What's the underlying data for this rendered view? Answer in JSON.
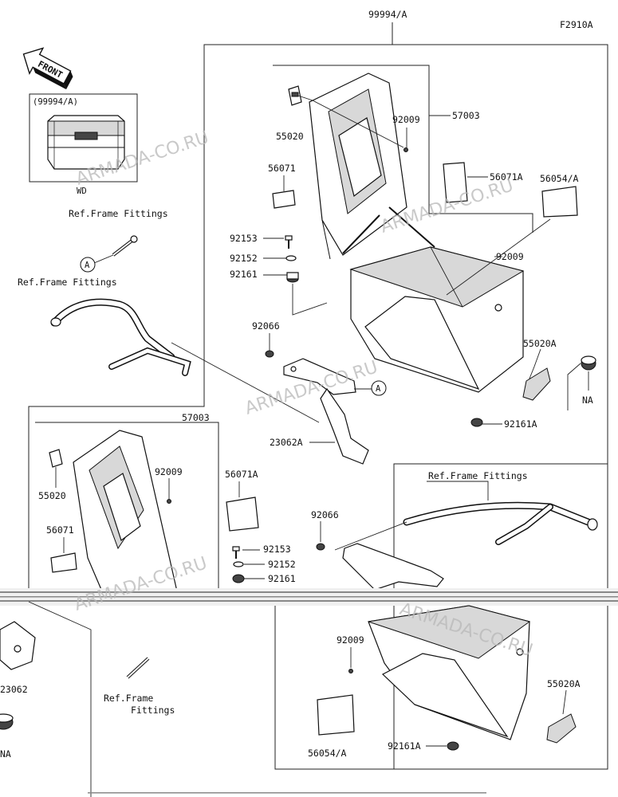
{
  "diagram_code": "F2910A",
  "top_ref": "99994/A",
  "front_label": "FRONT",
  "inset": {
    "title": "(99994/A)",
    "caption": "WD"
  },
  "watermark": "ARMADA-CO.RU",
  "ref_labels": {
    "rf1": "Ref.Frame Fittings",
    "rf2": "Ref.Frame Fittings",
    "rf3": "Ref.Frame Fittings",
    "rf4a": "Ref.Frame",
    "rf4b": "Fittings"
  },
  "circle_marker": "A",
  "parts": {
    "p55020_top": "55020",
    "p92009_top": "92009",
    "p57003_top": "57003",
    "p56071_top": "56071",
    "p56071A_top": "56071A",
    "p56054A_top": "56054/A",
    "p92153_top": "92153",
    "p92152_top": "92152",
    "p92161_top": "92161",
    "p92009_top2": "92009",
    "p92066_top": "92066",
    "p55020A_top": "55020A",
    "pNA_top": "NA",
    "p92161A_top": "92161A",
    "p23062A": "23062A",
    "p57003_mid": "57003",
    "p92009_mid": "92009",
    "p56071A_mid": "56071A",
    "p55020_mid": "55020",
    "p56071_mid": "56071",
    "p92153_mid": "92153",
    "p92152_mid": "92152",
    "p92161_mid": "92161",
    "p92066_br": "92066",
    "p23062": "23062",
    "pNA_bl": "NA",
    "p92009_br": "92009",
    "p55020A_br": "55020A",
    "p56054A_br": "56054/A",
    "p92161A_br": "92161A"
  }
}
